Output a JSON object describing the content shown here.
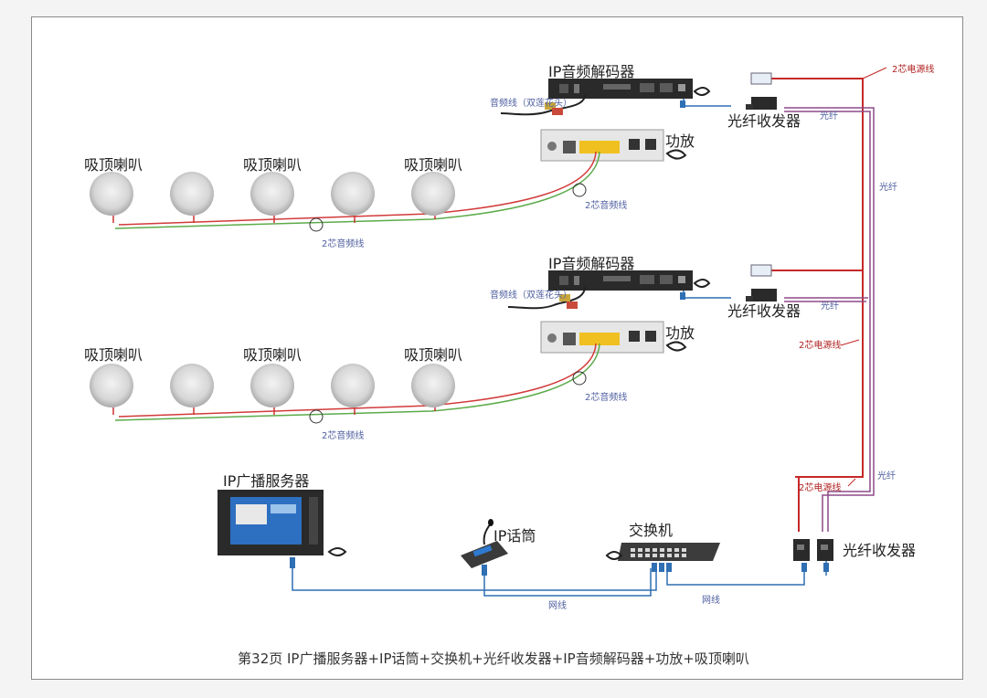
{
  "colors": {
    "power_wire": "#c62828",
    "fiber_wire": "#8e4a8a",
    "audio_red": "#d23a3a",
    "audio_green": "#5cab4a",
    "network_wire": "#2f6fb3",
    "device_dark": "#2a2a2a",
    "device_silver": "#e6e6e6",
    "speaker_face": "#d9d9d9"
  },
  "units": {
    "top": {
      "decoder_label": "IP音频解码器",
      "amp_label": "功放",
      "fiber_label": "光纤收发器",
      "audio_cable_label": "音频线（双莲花头）",
      "amp_cable_label": "2芯音频线",
      "speaker_cable_label": "2芯音频线",
      "fiber_cable_label": "光纤",
      "power_cable_label": "2芯电源线",
      "speaker_group_labels": [
        "吸顶喇叭",
        "吸顶喇叭",
        "吸顶喇叭"
      ]
    },
    "bottom": {
      "decoder_label": "IP音频解码器",
      "amp_label": "功放",
      "fiber_label": "光纤收发器",
      "audio_cable_label": "音频线（双莲花头）",
      "amp_cable_label": "2芯音频线",
      "speaker_cable_label": "2芯音频线",
      "fiber_cable_label": "光纤",
      "power_cable_label": "2芯电源线",
      "speaker_group_labels": [
        "吸顶喇叭",
        "吸顶喇叭",
        "吸顶喇叭"
      ]
    }
  },
  "right_side": {
    "fiber_label_mid": "光纤",
    "power_label_low": "2芯电源线",
    "fiber_label_low": "光纤"
  },
  "bottom_row": {
    "server_label": "IP广播服务器",
    "mic_label": "IP话筒",
    "switch_label": "交换机",
    "fiber_label": "光纤收发器",
    "net_label_left": "网线",
    "net_label_right": "网线"
  },
  "caption": "第32页  IP广播服务器+IP话筒+交换机+光纤收发器+IP音频解码器+功放+吸顶喇叭"
}
